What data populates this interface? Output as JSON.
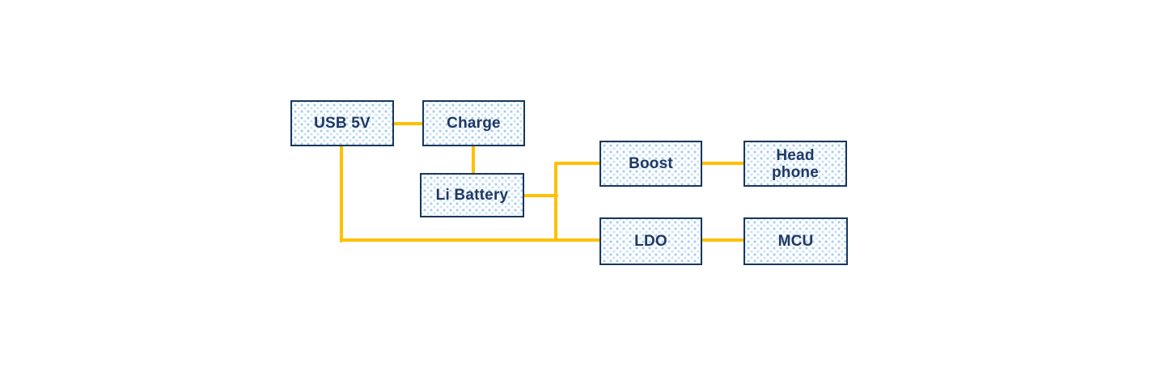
{
  "diagram": {
    "nodes": {
      "usb_5v": {
        "label": "USB 5V"
      },
      "charge": {
        "label": "Charge"
      },
      "li_battery": {
        "label": "Li Battery"
      },
      "boost": {
        "label": "Boost"
      },
      "headphone": {
        "label": "Head phone"
      },
      "ldo": {
        "label": "LDO"
      },
      "mcu": {
        "label": "MCU"
      }
    },
    "connections": [
      {
        "from": "USB 5V",
        "to": "Charge"
      },
      {
        "from": "Charge",
        "to": "Li Battery"
      },
      {
        "from": "USB 5V",
        "to": "LDO"
      },
      {
        "from": "Li Battery",
        "to": "Boost"
      },
      {
        "from": "Li Battery",
        "to": "LDO"
      },
      {
        "from": "Boost",
        "to": "Head phone"
      },
      {
        "from": "LDO",
        "to": "MCU"
      }
    ],
    "colors": {
      "connector": "#FFC000",
      "node_border": "#17375E",
      "node_text": "#1F3864",
      "node_fill_accent": "#A9CBEA",
      "canvas_background": "#FFFFFF"
    }
  }
}
